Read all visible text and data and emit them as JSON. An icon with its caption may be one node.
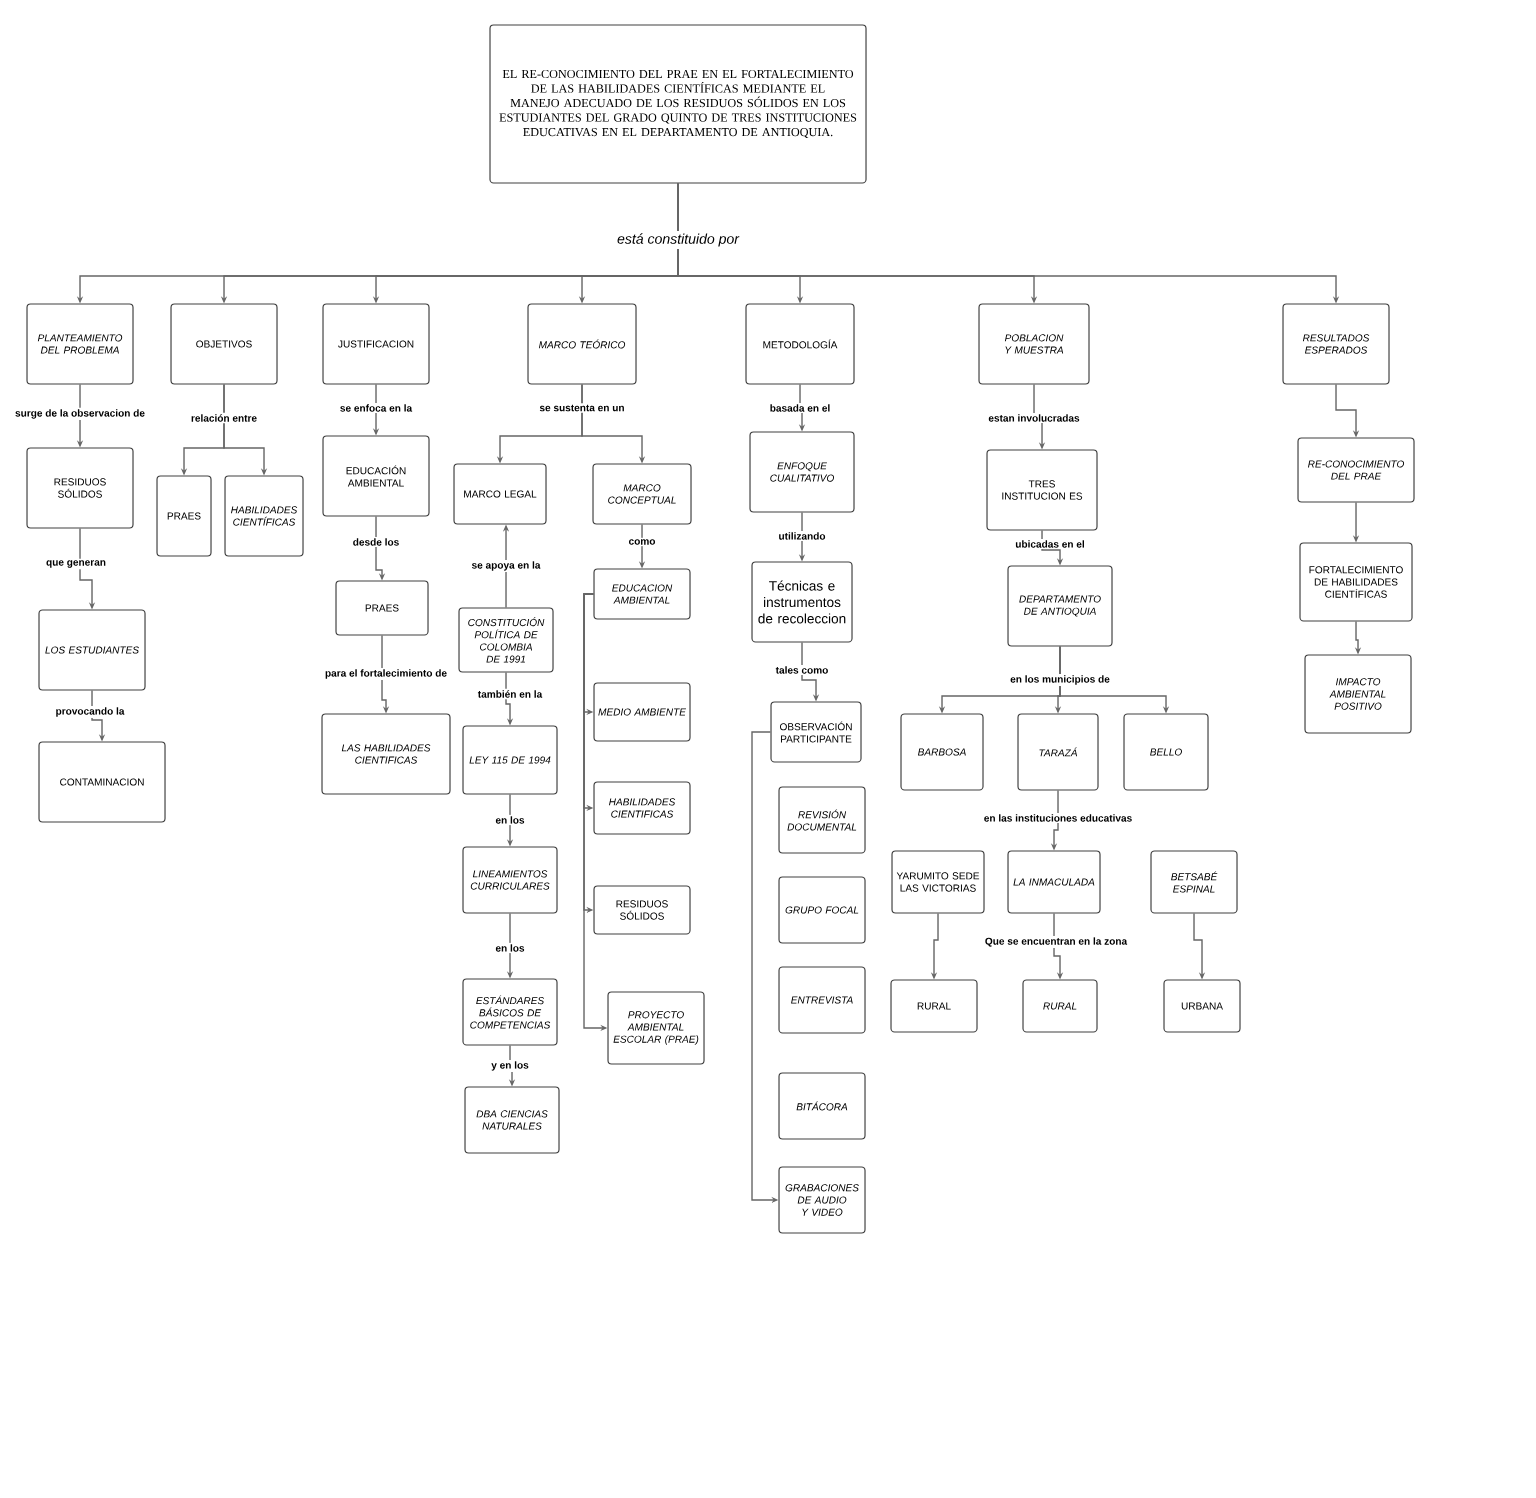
{
  "diagram": {
    "nodes": [
      {
        "text": [
          "EL RE-CONOCIMIENTO DEL PRAE EN EL FORTALECIMIENTO DE LAS HABILIDADES CIENTÍFICAS MEDIANTE EL MANEJO ADECUADO DE LOS RESIDUOS SÓLIDOS EN LOS ESTUDIANTES DEL GRADO QUINTO DE TRES INSTITUCIONES EDUCATIVAS EN EL DEPARTAMENTO DE ANTIOQUIA."
        ]
      },
      {
        "text": [
          "PLANTEAMIENTO DEL PROBLEMA"
        ]
      },
      {
        "text": [
          "OBJETIVOS"
        ]
      },
      {
        "text": [
          "JUSTIFICACION"
        ]
      },
      {
        "text": [
          "MARCO TEÓRICO"
        ]
      },
      {
        "text": [
          "METODOLOGÍA"
        ]
      },
      {
        "text": [
          "POBLACION Y MUESTRA"
        ]
      },
      {
        "text": [
          "RESULTADOS ESPERADOS"
        ]
      },
      {
        "text": [
          "RESIDUOS SÓLIDOS"
        ]
      },
      {
        "text": [
          "LOS ESTUDIANTES"
        ]
      },
      {
        "text": [
          "CONTAMINACION"
        ]
      },
      {
        "text": [
          "PRAES"
        ]
      },
      {
        "text": [
          "HABILIDADES CIENTÍFICAS"
        ]
      },
      {
        "text": [
          "EDUCACIÓN AMBIENTAL"
        ]
      },
      {
        "text": [
          "PRAES"
        ]
      },
      {
        "text": [
          "LAS HABILIDADES CIENTIFICAS"
        ]
      },
      {
        "text": [
          "MARCO LEGAL"
        ]
      },
      {
        "text": [
          "MARCO CONCEPTUAL"
        ]
      },
      {
        "text": [
          "CONSTITUCIÓN POLÍTICA DE COLOMBIA DE 1991"
        ]
      },
      {
        "text": [
          "LEY 115 DE 1994"
        ]
      },
      {
        "text": [
          "LINEAMIENTOS CURRICULARES"
        ]
      },
      {
        "text": [
          "ESTÁNDARES BÁSICOS DE COMPETENCIAS"
        ]
      },
      {
        "text": [
          "DBA CIENCIAS NATURALES"
        ]
      },
      {
        "text": [
          "EDUCACION AMBIENTAL"
        ]
      },
      {
        "text": [
          "MEDIO AMBIENTE"
        ]
      },
      {
        "text": [
          "HABILIDADES CIENTIFICAS"
        ]
      },
      {
        "text": [
          "RESIDUOS SÓLIDOS"
        ]
      },
      {
        "text": [
          "PROYECTO AMBIENTAL ESCOLAR (PRAE)"
        ]
      },
      {
        "text": [
          "ENFOQUE CUALITATIVO"
        ]
      },
      {
        "text": [
          "Técnicas e instrumentos de recoleccion"
        ]
      },
      {
        "text": [
          "OBSERVACIÓN PARTICIPANTE"
        ]
      },
      {
        "text": [
          "REVISIÓN DOCUMENTAL"
        ]
      },
      {
        "text": [
          "GRUPO FOCAL"
        ]
      },
      {
        "text": [
          "ENTREVISTA"
        ]
      },
      {
        "text": [
          "BITÁCORA"
        ]
      },
      {
        "text": [
          "GRABACIONES DE AUDIO Y VIDEO"
        ]
      },
      {
        "text": [
          "TRES INSTITUCION ES"
        ]
      },
      {
        "text": [
          "DEPARTAMENTO DE ANTIOQUIA"
        ]
      },
      {
        "text": [
          "BARBOSA"
        ]
      },
      {
        "text": [
          "TARAZÁ"
        ]
      },
      {
        "text": [
          "BELLO"
        ]
      },
      {
        "text": [
          "YARUMITO SEDE LAS VICTORIAS"
        ]
      },
      {
        "text": [
          "LA INMACULADA"
        ]
      },
      {
        "text": [
          "BETSABÉ ESPINAL"
        ]
      },
      {
        "text": [
          "RURAL"
        ]
      },
      {
        "text": [
          "RURAL"
        ]
      },
      {
        "text": [
          "URBANA"
        ]
      },
      {
        "text": [
          "RE-CONOCIMIENTO DEL PRAE"
        ]
      },
      {
        "text": [
          "FORTALECIMIENTO DE HABILIDADES CIENTÍFICAS"
        ]
      },
      {
        "text": [
          "IMPACTO AMBIENTAL POSITIVO"
        ]
      }
    ],
    "edges": [
      {
        "from": 0,
        "to": 1,
        "arrow": "to"
      },
      {
        "from": 0,
        "to": 2,
        "arrow": "to"
      },
      {
        "from": 0,
        "to": 3,
        "arrow": "to"
      },
      {
        "from": 0,
        "to": 4,
        "arrow": "to"
      },
      {
        "from": 0,
        "to": 5,
        "arrow": "to"
      },
      {
        "from": 0,
        "to": 6,
        "arrow": "to"
      },
      {
        "from": 0,
        "to": 7,
        "arrow": "to"
      },
      {
        "from": 1,
        "to": 8,
        "arrow": "to",
        "label": "surge de la observacion de"
      },
      {
        "from": 8,
        "to": 9,
        "arrow": "to",
        "label": "que generan"
      },
      {
        "from": 9,
        "to": 10,
        "arrow": "to",
        "label": "provocando la"
      },
      {
        "from": 2,
        "to": 11,
        "arrow": "to",
        "label": "relación entre"
      },
      {
        "from": 2,
        "to": 12,
        "arrow": "to"
      },
      {
        "from": 3,
        "to": 13,
        "arrow": "to",
        "label": "se enfoca en la"
      },
      {
        "from": 13,
        "to": 14,
        "arrow": "to",
        "label": "desde los"
      },
      {
        "from": 14,
        "to": 15,
        "arrow": "to",
        "label": "para el fortalecimiento de"
      },
      {
        "from": 4,
        "to": 16,
        "arrow": "to",
        "label": "se sustenta en un"
      },
      {
        "from": 4,
        "to": 17,
        "arrow": "to"
      },
      {
        "from": 18,
        "to": 16,
        "arrow": "to",
        "label": "se apoya en la"
      },
      {
        "from": 18,
        "to": 19,
        "arrow": "to",
        "label": "también en la"
      },
      {
        "from": 19,
        "to": 20,
        "arrow": "to",
        "label": "en los"
      },
      {
        "from": 20,
        "to": 21,
        "arrow": "to",
        "label": "en los"
      },
      {
        "from": 21,
        "to": 22,
        "arrow": "to",
        "label": "y en los"
      },
      {
        "from": 17,
        "to": 23,
        "arrow": "to",
        "label": "como"
      },
      {
        "from": 23,
        "to": 24,
        "arrow": "to"
      },
      {
        "from": 23,
        "to": 25,
        "arrow": "to"
      },
      {
        "from": 23,
        "to": 26,
        "arrow": "to"
      },
      {
        "from": 23,
        "to": 27,
        "arrow": "to"
      },
      {
        "from": 5,
        "to": 28,
        "arrow": "to",
        "label": "basada en el"
      },
      {
        "from": 28,
        "to": 29,
        "arrow": "to",
        "label": "utilizando"
      },
      {
        "from": 29,
        "to": 30,
        "arrow": "to",
        "label": "tales como"
      },
      {
        "from": 30,
        "to": 35,
        "arrow": "to"
      },
      {
        "from": 6,
        "to": 36,
        "arrow": "to",
        "label": "estan involucradas"
      },
      {
        "from": 36,
        "to": 37,
        "arrow": "to",
        "label": "ubicadas en el"
      },
      {
        "from": 37,
        "to": 38,
        "arrow": "to",
        "label": "en los municipios de"
      },
      {
        "from": 37,
        "to": 39,
        "arrow": "to"
      },
      {
        "from": 37,
        "to": 40,
        "arrow": "to"
      },
      {
        "from": 39,
        "to": 42,
        "arrow": "to",
        "label": "en las instituciones educativas"
      },
      {
        "from": 41,
        "to": 44,
        "arrow": "to"
      },
      {
        "from": 42,
        "to": 45,
        "arrow": "to",
        "label": "Que se encuentran en la zona"
      },
      {
        "from": 43,
        "to": 46,
        "arrow": "to"
      },
      {
        "from": 7,
        "to": 47,
        "arrow": "to"
      },
      {
        "from": 47,
        "to": 48,
        "arrow": "to"
      },
      {
        "from": 48,
        "to": 49,
        "arrow": "to"
      }
    ],
    "labels": [
      "está constituido por"
    ]
  }
}
